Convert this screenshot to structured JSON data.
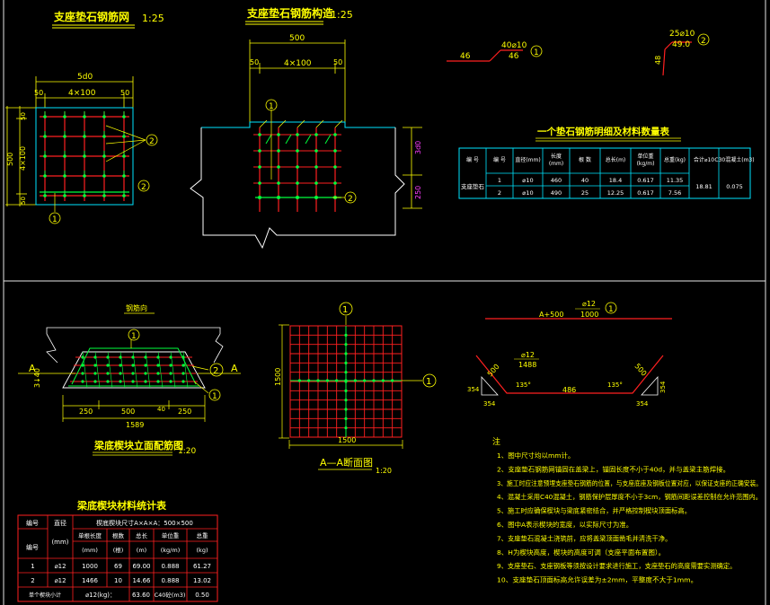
{
  "colors": {
    "bg": "#000000",
    "yellow": "#ffff00",
    "red": "#ff2020",
    "green": "#00ff3c",
    "white": "#ffffff",
    "cyan": "#00e5ff",
    "magenta": "#ff3cff",
    "frame": "#e6e6e6"
  },
  "titles": {
    "mesh": "支座垫石钢筋网",
    "mesh_scale": "1:25",
    "construction": "支座垫石钢筋构造",
    "construction_scale": "1:25",
    "beam_elev": "梁底楔块立面配筋图",
    "beam_elev_scale": "1:20",
    "section_aa": "A—A断面图",
    "section_aa_scale": "1:20",
    "material_table": "一个垫石钢筋明细及材料数量表",
    "beam_table": "梁底楔块材料统计表",
    "notes_head": "注"
  },
  "dims": {
    "mesh_total": "5d0",
    "mesh_side_l": "50",
    "mesh_mid": "4×100",
    "mesh_side_r": "50",
    "mesh_height": "500",
    "mesh_v_mid": "4×100",
    "mesh_v_top": "50",
    "mesh_v_bot": "50",
    "cons_total": "500",
    "cons_side_l": "50",
    "cons_mid": "4×100",
    "cons_side_r": "50",
    "cons_h_top": "3d0",
    "cons_h_bot": "250",
    "bar1_len": "46",
    "bar1_spec": "40⌀10",
    "bar1_total": "46",
    "bar2_spec": "25⌀10",
    "bar2_total": "49.0",
    "bar2_side": "48",
    "elev_direction": "钢筋向",
    "elev_a": "A",
    "elev_h": "3↓40",
    "elev_d1": "250",
    "elev_d2": "500",
    "elev_d3": "40",
    "elev_d4": "250",
    "elev_total": "1589",
    "sec_height": "1500",
    "sec_width": "1500",
    "bent_label": "A+500",
    "bent_spec": "⌀12",
    "bent_len": "1000",
    "bent_spec2": "⌀12",
    "bent_len2": "1488",
    "bent_slope_l": "500",
    "bent_slope_r": "500",
    "bent_angle_l": "135°",
    "bent_angle_r": "135°",
    "bent_mid": "486",
    "bent_leg_l": "354",
    "bent_leg_l2": "354",
    "bent_leg_r": "354",
    "bent_leg_r2": "354"
  },
  "callouts": {
    "one": "1",
    "two": "2"
  },
  "material_table": {
    "headers": [
      "编 号",
      "编 号",
      "直径(mm)",
      "长度\n(mm)",
      "根 数",
      "总长(m)",
      "单位重\n(kg/m)",
      "总重(kg)",
      "合计⌀10",
      "C30混凝土(m3)"
    ],
    "rows": [
      [
        "支座垫石",
        "1",
        "⌀10",
        "460",
        "40",
        "18.4",
        "0.617",
        "11.35",
        "18.81",
        "0.075"
      ],
      [
        "",
        "2",
        "⌀10",
        "490",
        "25",
        "12.25",
        "0.617",
        "7.56",
        "",
        ""
      ]
    ]
  },
  "beam_table": {
    "h1": [
      "编号",
      "直径",
      "楔底楔块尺寸A×A×A：500×500"
    ],
    "h2": [
      "编号",
      "(mm)",
      "单根长度",
      "根数",
      "总长",
      "单位重",
      "总重"
    ],
    "h3": [
      "(mm)",
      "(根)",
      "(m)",
      "(kg/m)",
      "(kg)"
    ],
    "rows": [
      [
        "1",
        "⌀12",
        "1000",
        "69",
        "69.00",
        "0.888",
        "61.27"
      ],
      [
        "2",
        "⌀12",
        "1466",
        "10",
        "14.66",
        "0.888",
        "13.02"
      ]
    ],
    "footer": [
      "单个楔块小计",
      "⌀12(kg)：",
      "63.60",
      "C40砼(m3)",
      "0.50"
    ]
  },
  "notes": [
    "1、图中尺寸均以mm计。",
    "2、支座垫石钢筋网锚固在盖梁上，锚固长度不小于40d，并与盖梁主筋焊接。",
    "3、施工时应注意预埋支座垫石钢筋的位置，与支座底座及钢板位置对应，以保证支座的正确安装。",
    "4、混凝土采用C40混凝土，钢筋保护层厚度不小于3cm，钢筋间距误差控制在允许范围内。",
    "5、施工时应确保楔块与梁底紧密结合，并严格控制楔块顶面标高。",
    "6、图中A表示楔块的宽度，以实际尺寸为准。",
    "7、支座垫石混凝土浇筑前，应将盖梁顶面凿毛并清洗干净。",
    "8、H为楔块高度，楔块的高度可调（支座平面布置图）。",
    "9、支座垫石、支座钢板等须按设计要求进行施工，支座垫石的高度需要实测确定。",
    "10、支座垫石顶面标高允许误差为±2mm，平整度不大于1mm。"
  ]
}
